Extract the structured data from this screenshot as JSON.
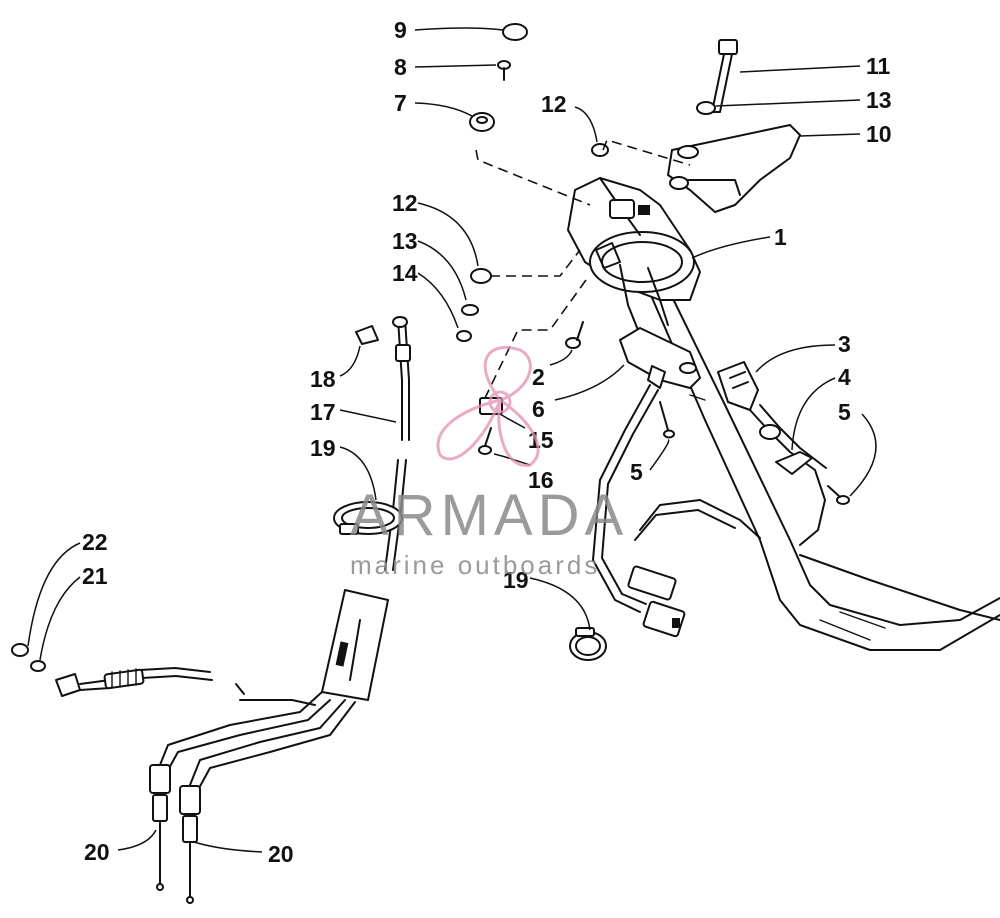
{
  "watermark": {
    "brand": "ARMADA",
    "tagline": "marine outboards",
    "logo_icon": "propeller-logo-icon",
    "logo_color": "#e38fb4",
    "text_color": "#8a8a8a"
  },
  "callouts": {
    "c1": "1",
    "c2": "2",
    "c3": "3",
    "c4": "4",
    "c5a": "5",
    "c5b": "5",
    "c6": "6",
    "c7": "7",
    "c8": "8",
    "c9": "9",
    "c10": "10",
    "c11": "11",
    "c12a": "12",
    "c12b": "12",
    "c13a": "13",
    "c13b": "13",
    "c14": "14",
    "c15": "15",
    "c16": "16",
    "c17": "17",
    "c18": "18",
    "c19a": "19",
    "c19b": "19",
    "c20a": "20",
    "c20b": "20",
    "c21": "21",
    "c22": "22"
  }
}
